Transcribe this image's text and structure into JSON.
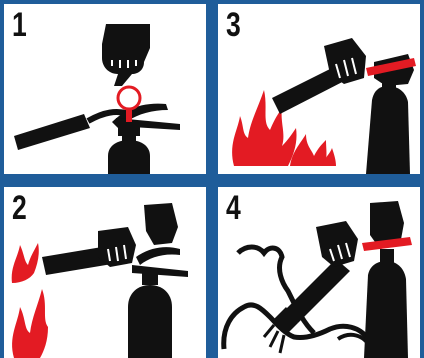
{
  "steps": [
    {
      "number": "1",
      "icon": "pull-pin-icon"
    },
    {
      "number": "2",
      "icon": "aim-nozzle-icon"
    },
    {
      "number": "3",
      "icon": "squeeze-handle-icon"
    },
    {
      "number": "4",
      "icon": "sweep-spray-icon"
    }
  ],
  "colors": {
    "background": "#1f5d9a",
    "panel": "#ffffff",
    "ink": "#111111",
    "accent": "#e31b23"
  }
}
